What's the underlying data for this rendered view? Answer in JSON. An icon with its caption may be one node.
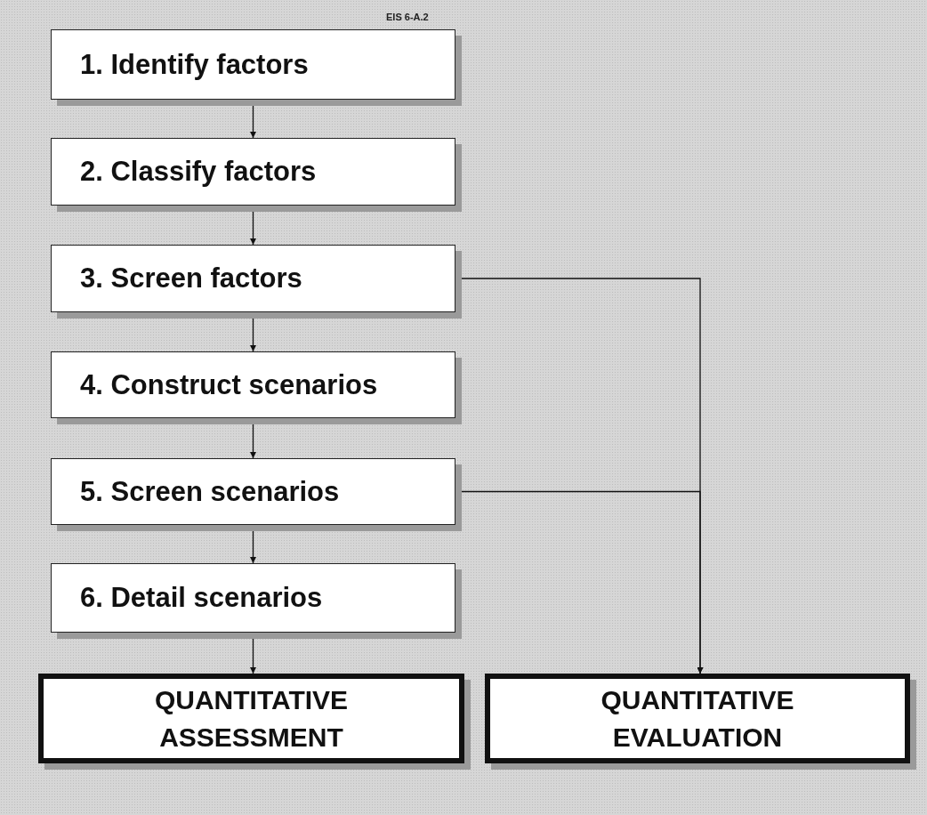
{
  "diagram": {
    "nodes": [
      {
        "text": [
          "1. Identify factors"
        ]
      },
      {
        "text": [
          "2. Classify factors"
        ]
      },
      {
        "text": [
          "3. Screen factors"
        ]
      },
      {
        "text": [
          "4. Construct scenarios"
        ]
      },
      {
        "text": [
          "5. Screen scenarios"
        ]
      },
      {
        "text": [
          "6. Detail scenarios"
        ]
      },
      {
        "text": [
          "QUANTITATIVE ASSESSMENT"
        ]
      },
      {
        "text": [
          "QUANTITATIVE EVALUATION"
        ]
      }
    ],
    "edges": [
      {
        "from": 0,
        "to": 1,
        "arrow": "to"
      },
      {
        "from": 1,
        "to": 2,
        "arrow": "to"
      },
      {
        "from": 2,
        "to": 3,
        "arrow": "to"
      },
      {
        "from": 3,
        "to": 4,
        "arrow": "to"
      },
      {
        "from": 4,
        "to": 5,
        "arrow": "to"
      },
      {
        "from": 5,
        "to": 6,
        "arrow": "to"
      },
      {
        "from": 2,
        "to": 7,
        "arrow": "to"
      },
      {
        "from": 4,
        "to": 7,
        "arrow": "to"
      }
    ],
    "labels": [
      "EIS 6-A.2"
    ]
  }
}
